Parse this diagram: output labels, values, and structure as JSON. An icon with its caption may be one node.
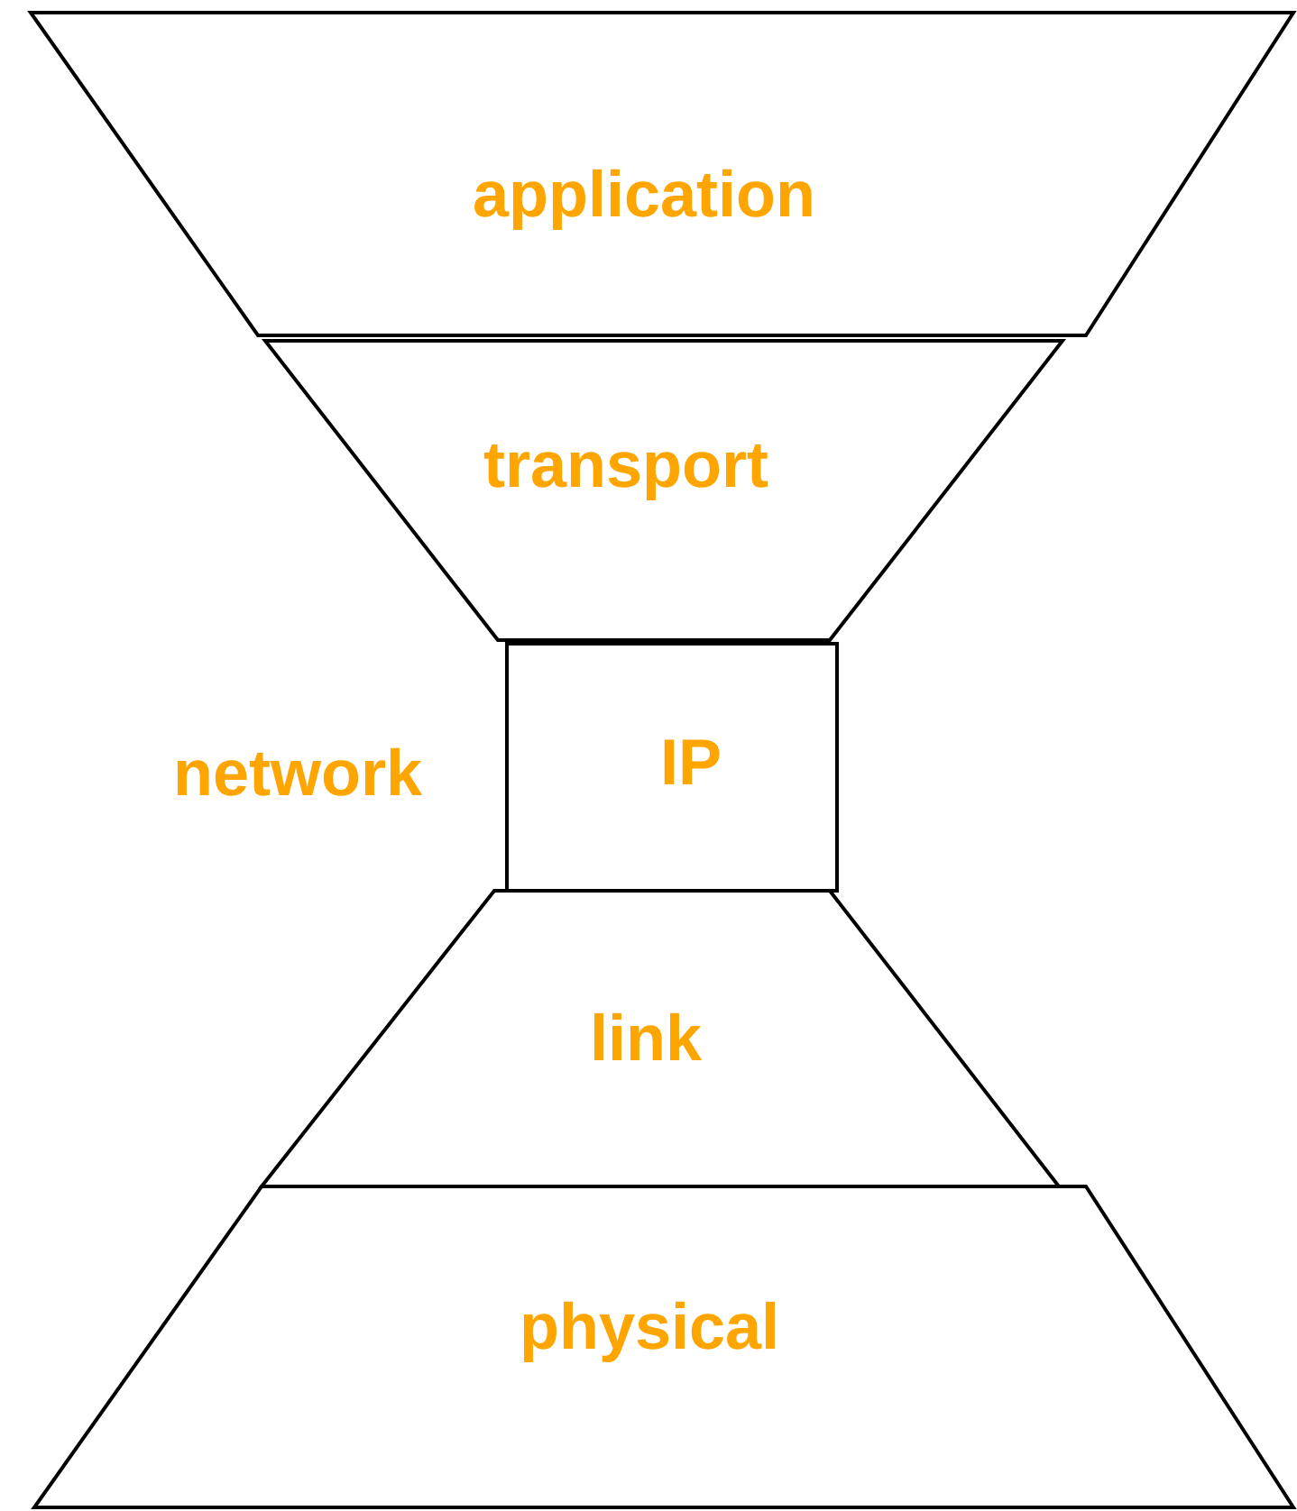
{
  "diagram": {
    "nodes": [
      {
        "text": [
          "application"
        ]
      },
      {
        "text": [
          "transport"
        ]
      },
      {
        "text": [
          "IP"
        ],
        "beside": [
          "network"
        ]
      },
      {
        "text": [
          "link"
        ]
      },
      {
        "text": [
          "physical"
        ]
      }
    ]
  }
}
